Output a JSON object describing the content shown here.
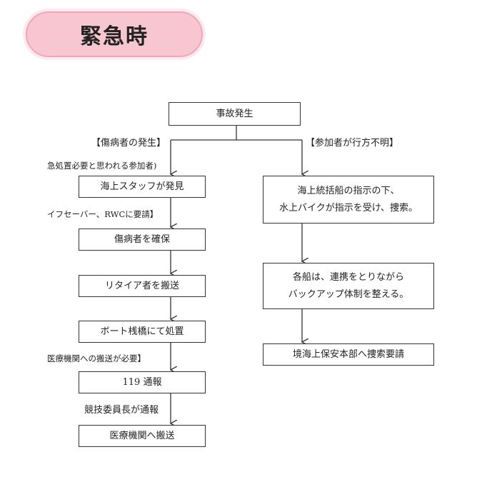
{
  "header": {
    "title": "緊急時"
  },
  "flow": {
    "start": "事故発生",
    "left_branch": "【傷病者の発生】",
    "right_branch": "【参加者が行方不明】",
    "note_first_aid": "急処置必要と思われる参加者)",
    "staff_found": "海上スタッフが発見",
    "note_request": "イフセーバー、RWCに要請】",
    "secure": "傷病者を確保",
    "transport_retiree": "リタイア者を搬送",
    "treat_pier": "ボート桟橋にて処置",
    "note_hospital": "医療機関への搬送が必要】",
    "call_119": "119 通報",
    "note_chair": "競技委員長が通報",
    "hospital": "医療機関へ搬送",
    "search_line1": "海上統括船の指示の下、",
    "search_line2": "水上バイクが指示を受け、捜索。",
    "backup_line1": "各船は、連携をとりながら",
    "backup_line2": "バックアップ体制を整える。",
    "coast_guard": "境海上保安本部へ捜索要請"
  }
}
